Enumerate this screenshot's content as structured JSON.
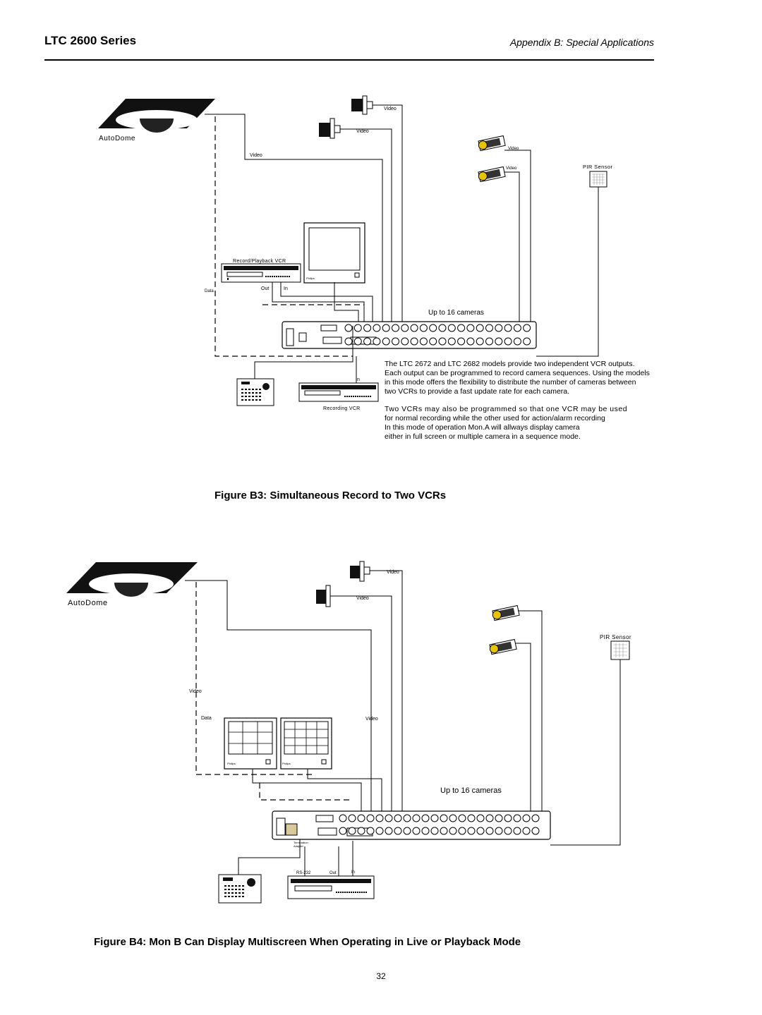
{
  "header": {
    "series_title": "LTC 2600 Series",
    "appendix_title": "Appendix B: Special Applications"
  },
  "figure_b3": {
    "autodome_label": "AutoDome",
    "video_labels": [
      "Video",
      "Video",
      "Video",
      "Video",
      "Video"
    ],
    "pir_label": "PIR Sensor",
    "vcr_top_label": "Record/Playback VCR",
    "data_label": "Data",
    "out_label": "Out",
    "in_label": "In",
    "in_label_2": "In",
    "cameras_label": "Up to 16 cameras",
    "recording_vcr_label": "Recording VCR",
    "note_lines_1": [
      "The LTC 2672 and LTC 2682 models provide two independent VCR outputs.",
      "Each output can be programmed to record camera sequences. Using the models",
      "in this mode offers the flexibility to distribute the number of cameras between",
      "two VCRs to provide a fast update rate for each camera."
    ],
    "note_lines_2": [
      "Two VCRs may also be programmed so that one VCR may be used",
      "for normal recording while the other used for action/alarm recording",
      "In this mode of operation Mon.A will allways display camera",
      "either in full screen or multiple camera in a sequence mode."
    ],
    "caption": "Figure B3: Simultaneous Record to Two VCRs"
  },
  "figure_b4": {
    "autodome_label": "AutoDome",
    "video_top_1": "Video",
    "video_top_2": "Video",
    "pir_label": "PIR Sensor",
    "video_left": "Video",
    "data_label": "Data",
    "video_mid": "Video",
    "cameras_label": "Up to 16 cameras",
    "rs232_label": "RS-232",
    "out_label": "Out",
    "in_label": "In",
    "caption": "Figure B4: Mon B Can Display Multiscreen When Operating in Live or Playback Mode"
  },
  "page_number": "32"
}
